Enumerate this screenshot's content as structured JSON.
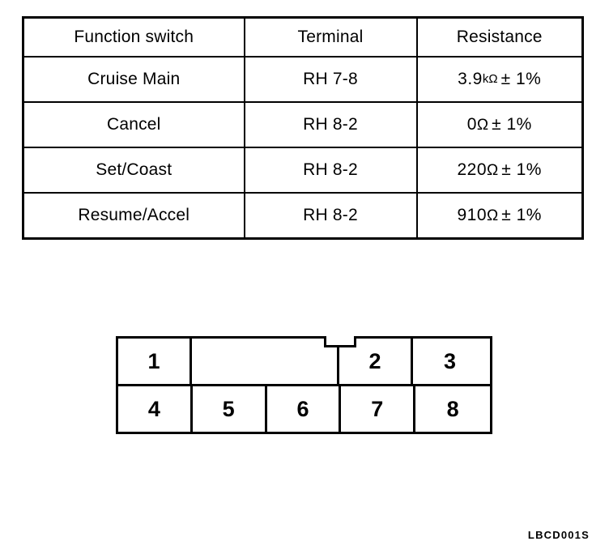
{
  "spec_table": {
    "columns": [
      "Function switch",
      "Terminal",
      "Resistance"
    ],
    "rows": [
      {
        "function_switch": "Cruise Main",
        "terminal": "RH 7-8",
        "resistance_value": "3.9",
        "resistance_unit": "kΩ",
        "resistance_unit_small": true,
        "resistance_tolerance": "± 1%",
        "resistance_full": "3.9kΩ ± 1%"
      },
      {
        "function_switch": "Cancel",
        "terminal": "RH 8-2",
        "resistance_value": "0",
        "resistance_unit": "Ω",
        "resistance_unit_small": false,
        "resistance_tolerance": "± 1%",
        "resistance_full": "0Ω ± 1%"
      },
      {
        "function_switch": "Set/Coast",
        "terminal": "RH 8-2",
        "resistance_value": "220",
        "resistance_unit": "Ω",
        "resistance_unit_small": false,
        "resistance_tolerance": "± 1%",
        "resistance_full": "220Ω ± 1%"
      },
      {
        "function_switch": "Resume/Accel",
        "terminal": "RH 8-2",
        "resistance_value": "910",
        "resistance_unit": "Ω",
        "resistance_unit_small": false,
        "resistance_tolerance": "± 1%",
        "resistance_full": "910Ω ± 1%"
      }
    ]
  },
  "connector": {
    "top_row": [
      {
        "label": "1",
        "empty": false
      },
      {
        "label": "",
        "empty": true,
        "has_tab_notch": true
      },
      {
        "label": "2",
        "empty": false
      },
      {
        "label": "3",
        "empty": false
      }
    ],
    "bottom_row": [
      {
        "label": "4",
        "empty": false
      },
      {
        "label": "5",
        "empty": false
      },
      {
        "label": "6",
        "empty": false
      },
      {
        "label": "7",
        "empty": false
      },
      {
        "label": "8",
        "empty": false
      }
    ]
  },
  "figure_id": "LBCD001S",
  "colors": {
    "ink": "#000000",
    "paper": "#ffffff"
  }
}
